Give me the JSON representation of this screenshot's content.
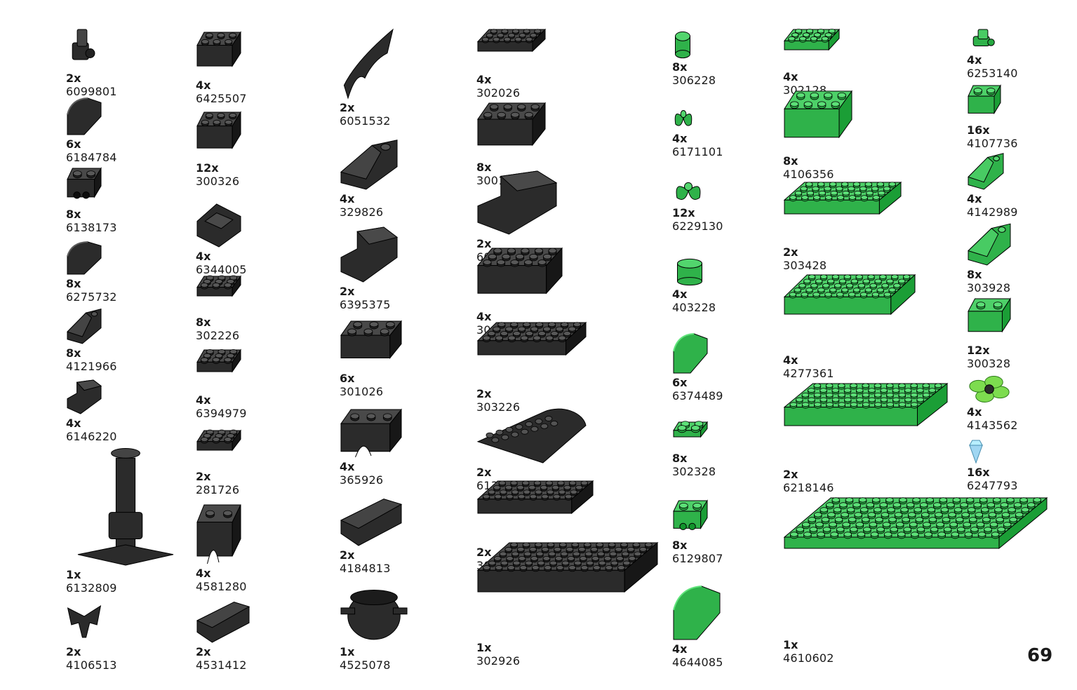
{
  "page": {
    "number": "69"
  },
  "palette": {
    "black": "#2b2b2b",
    "black_dark": "#141414",
    "black_stud": "#3a3a3a",
    "green": "#2fb24a",
    "green_dark": "#1d8e35",
    "green_light": "#5fd06c",
    "lime": "#7ddc4f",
    "trans_blue": "#9fd6f2"
  },
  "columns": [
    {
      "items": [
        {
          "qty": "2x",
          "id": "6099801",
          "shape": "clip",
          "color": "black"
        },
        {
          "qty": "6x",
          "id": "6184784",
          "shape": "curve",
          "color": "black"
        },
        {
          "qty": "8x",
          "id": "6138173",
          "shape": "brick-side",
          "color": "black"
        },
        {
          "qty": "8x",
          "id": "6275732",
          "shape": "curve",
          "color": "black"
        },
        {
          "qty": "8x",
          "id": "4121966",
          "shape": "slope",
          "color": "black"
        },
        {
          "qty": "4x",
          "id": "6146220",
          "shape": "bracket",
          "color": "black"
        },
        {
          "qty": "1x",
          "id": "6132809",
          "shape": "lamppost",
          "color": "black"
        },
        {
          "qty": "2x",
          "id": "4106513",
          "shape": "bat",
          "color": "black"
        }
      ]
    },
    {
      "items": [
        {
          "qty": "4x",
          "id": "6425507",
          "shape": "brick",
          "color": "black"
        },
        {
          "qty": "12x",
          "id": "300326",
          "shape": "brick",
          "color": "black"
        },
        {
          "qty": "4x",
          "id": "6344005",
          "shape": "corner",
          "color": "black"
        },
        {
          "qty": "8x",
          "id": "302226",
          "shape": "plate",
          "color": "black"
        },
        {
          "qty": "4x",
          "id": "6394979",
          "shape": "plate",
          "color": "black"
        },
        {
          "qty": "2x",
          "id": "281726",
          "shape": "plate",
          "color": "black"
        },
        {
          "qty": "4x",
          "id": "4581280",
          "shape": "arch",
          "color": "black"
        },
        {
          "qty": "2x",
          "id": "4531412",
          "shape": "wedge",
          "color": "black"
        }
      ]
    },
    {
      "items": [
        {
          "qty": "2x",
          "id": "6051532",
          "shape": "wing",
          "color": "black"
        },
        {
          "qty": "4x",
          "id": "329826",
          "shape": "slope",
          "color": "black"
        },
        {
          "qty": "2x",
          "id": "6395375",
          "shape": "bracket",
          "color": "black"
        },
        {
          "qty": "6x",
          "id": "301026",
          "shape": "brick",
          "color": "black"
        },
        {
          "qty": "4x",
          "id": "365926",
          "shape": "arch",
          "color": "black"
        },
        {
          "qty": "2x",
          "id": "4184813",
          "shape": "wedge",
          "color": "black"
        },
        {
          "qty": "1x",
          "id": "4525078",
          "shape": "cauldron",
          "color": "black"
        }
      ]
    },
    {
      "items": [
        {
          "qty": "4x",
          "id": "302026",
          "shape": "plate",
          "color": "black"
        },
        {
          "qty": "8x",
          "id": "300126",
          "shape": "brick",
          "color": "black"
        },
        {
          "qty": "2x",
          "id": "6039194",
          "shape": "bracket",
          "color": "black"
        },
        {
          "qty": "4x",
          "id": "300926",
          "shape": "brick",
          "color": "black"
        },
        {
          "qty": "2x",
          "id": "303226",
          "shape": "plate",
          "color": "black"
        },
        {
          "qty": "2x",
          "id": "6133200",
          "shape": "half-round",
          "color": "black"
        },
        {
          "qty": "2x",
          "id": "303426",
          "shape": "plate",
          "color": "black"
        },
        {
          "qty": "1x",
          "id": "302926",
          "shape": "plate",
          "color": "black"
        }
      ]
    },
    {
      "items": [
        {
          "qty": "8x",
          "id": "306228",
          "shape": "round",
          "color": "green"
        },
        {
          "qty": "4x",
          "id": "6171101",
          "shape": "leaf",
          "color": "green"
        },
        {
          "qty": "12x",
          "id": "6229130",
          "shape": "leaf",
          "color": "green"
        },
        {
          "qty": "4x",
          "id": "403228",
          "shape": "round",
          "color": "green"
        },
        {
          "qty": "6x",
          "id": "6374489",
          "shape": "curve",
          "color": "green"
        },
        {
          "qty": "8x",
          "id": "302328",
          "shape": "plate",
          "color": "green"
        },
        {
          "qty": "8x",
          "id": "6129807",
          "shape": "brick-side",
          "color": "green"
        },
        {
          "qty": "4x",
          "id": "4644085",
          "shape": "curve",
          "color": "green"
        }
      ]
    },
    {
      "items": [
        {
          "qty": "4x",
          "id": "302128",
          "shape": "plate",
          "color": "green"
        },
        {
          "qty": "8x",
          "id": "4106356",
          "shape": "brick",
          "color": "green"
        },
        {
          "qty": "2x",
          "id": "303428",
          "shape": "plate",
          "color": "green"
        },
        {
          "qty": "4x",
          "id": "4277361",
          "shape": "plate",
          "color": "green"
        },
        {
          "qty": "2x",
          "id": "6218146",
          "shape": "plate",
          "color": "green"
        },
        {
          "qty": "1x",
          "id": "4610602",
          "shape": "baseplate",
          "color": "green"
        }
      ]
    },
    {
      "items": [
        {
          "qty": "4x",
          "id": "6253140",
          "shape": "clip",
          "color": "green"
        },
        {
          "qty": "16x",
          "id": "4107736",
          "shape": "brick",
          "color": "green"
        },
        {
          "qty": "4x",
          "id": "4142989",
          "shape": "slope",
          "color": "green"
        },
        {
          "qty": "8x",
          "id": "303928",
          "shape": "slope",
          "color": "green"
        },
        {
          "qty": "12x",
          "id": "300328",
          "shape": "brick",
          "color": "green"
        },
        {
          "qty": "4x",
          "id": "4143562",
          "shape": "flower",
          "color": "lime"
        },
        {
          "qty": "16x",
          "id": "6247793",
          "shape": "gem",
          "color": "trans_blue"
        }
      ]
    }
  ]
}
